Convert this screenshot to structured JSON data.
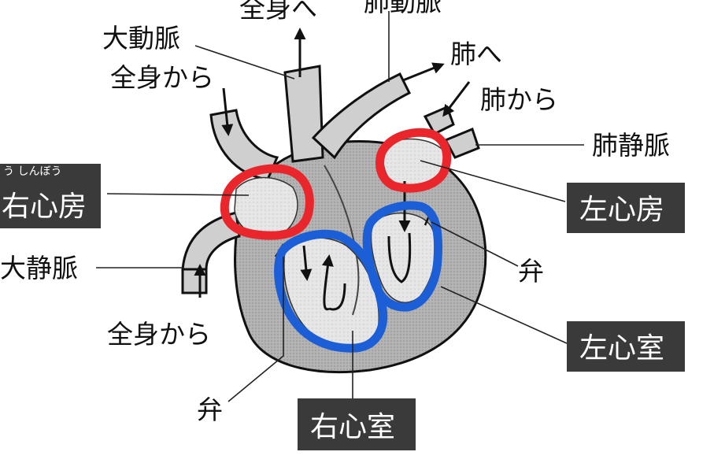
{
  "labels": {
    "aorta": "大動脈",
    "to_body_top": "全身へ",
    "pulmonary_artery": "肺動脈",
    "to_lungs": "肺へ",
    "from_body_top": "全身から",
    "from_lungs": "肺から",
    "pulmonary_vein": "肺静脈",
    "right_atrium": "右心房",
    "right_atrium_ruby": "う しんぼう",
    "vena_cava": "大静脈",
    "left_atrium": "左心房",
    "valve_right": "弁",
    "from_body_bottom": "全身から",
    "left_ventricle": "左心室",
    "valve_left": "弁",
    "right_ventricle": "右心室"
  },
  "colors": {
    "atrium_marker": "#e8262b",
    "ventricle_marker": "#1c5ed6",
    "label_box": "#3a3a3a",
    "tissue": "#a9a9a9",
    "chamber": "#e2e2e2",
    "vessel": "#cfcfcf"
  }
}
